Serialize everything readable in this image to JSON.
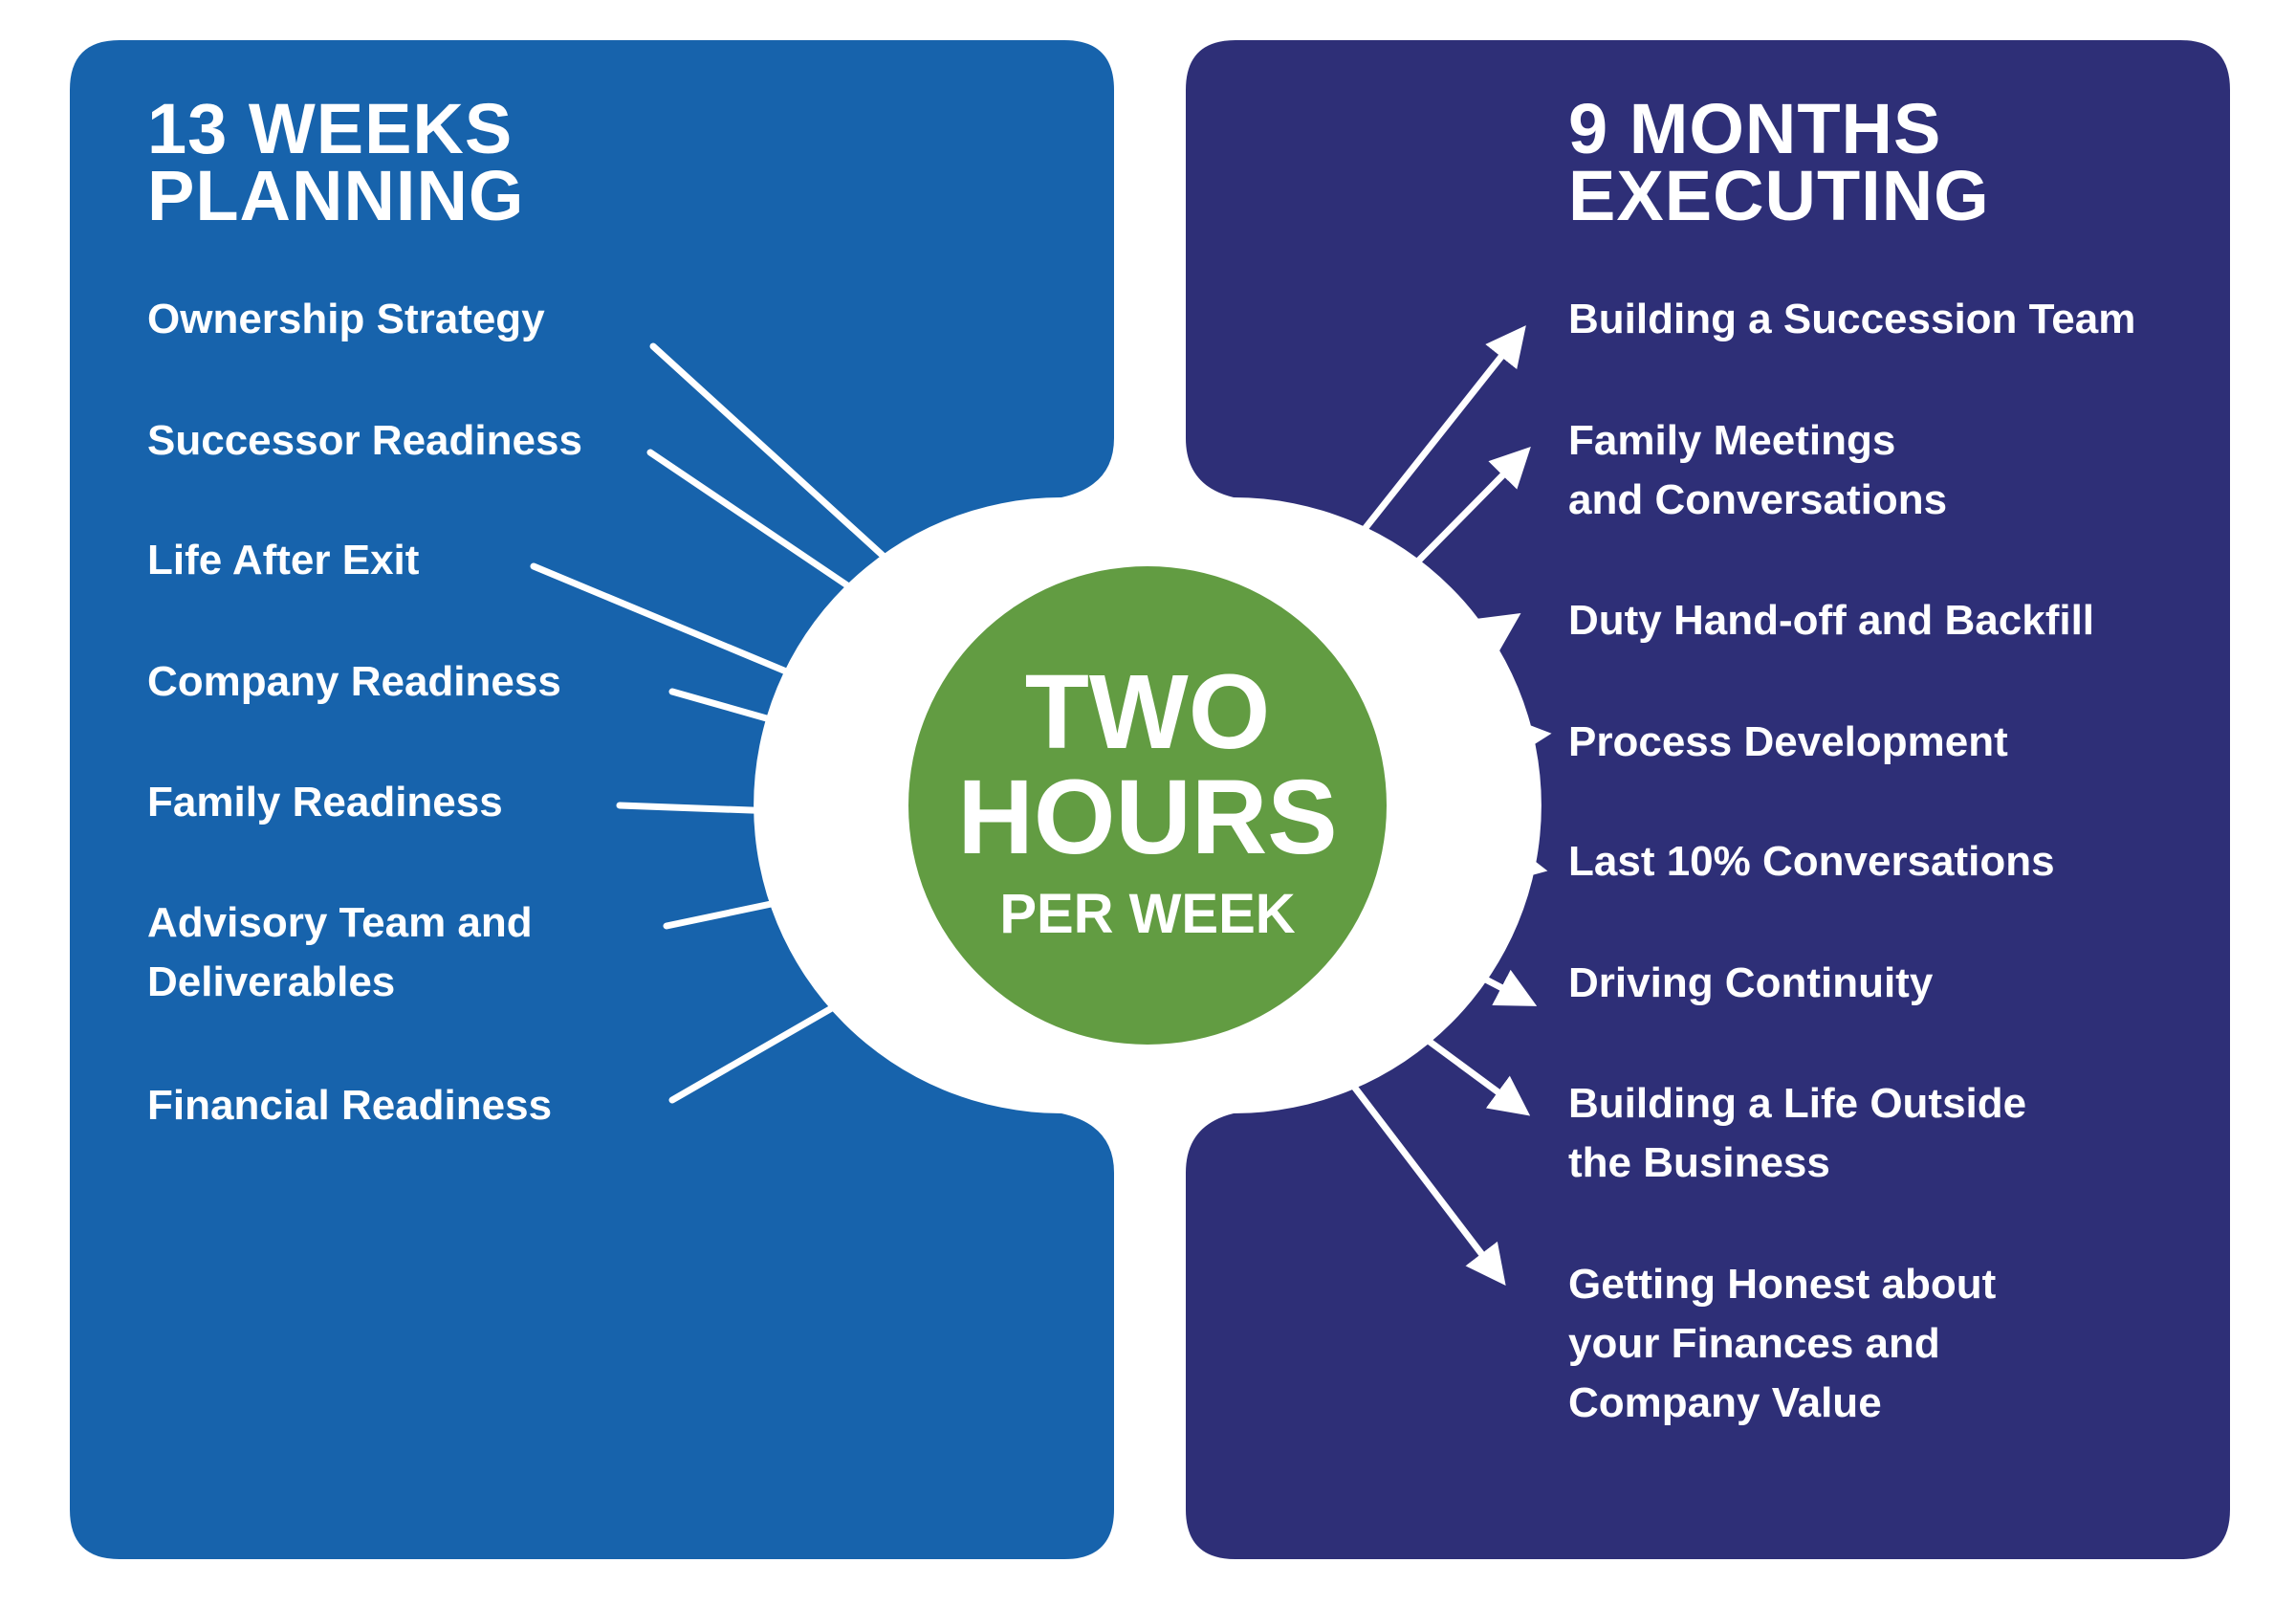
{
  "left_panel": {
    "title_line1": "13 WEEKS",
    "title_line2": "PLANNING",
    "color": "#1763ac",
    "items": [
      "Ownership Strategy",
      "Successor Readiness",
      "Life After Exit",
      "Company Readiness",
      "Family Readiness",
      "Advisory Team and\nDeliverables",
      "Financial Readiness"
    ]
  },
  "right_panel": {
    "title_line1": "9 MONTHS",
    "title_line2": "EXECUTING",
    "color": "#2e2f77",
    "items": [
      "Building a Succession Team",
      "Family Meetings\nand Conversations",
      "Duty Hand-off and Backfill",
      "Process Development",
      "Last 10% Conversations",
      "Driving Continuity",
      "Building a Life Outside\nthe Business",
      "Getting Honest about\nyour Finances and\nCompany Value"
    ]
  },
  "center": {
    "line1": "TWO",
    "line2": "HOURS",
    "line3": "PER WEEK",
    "color": "#629c42"
  }
}
